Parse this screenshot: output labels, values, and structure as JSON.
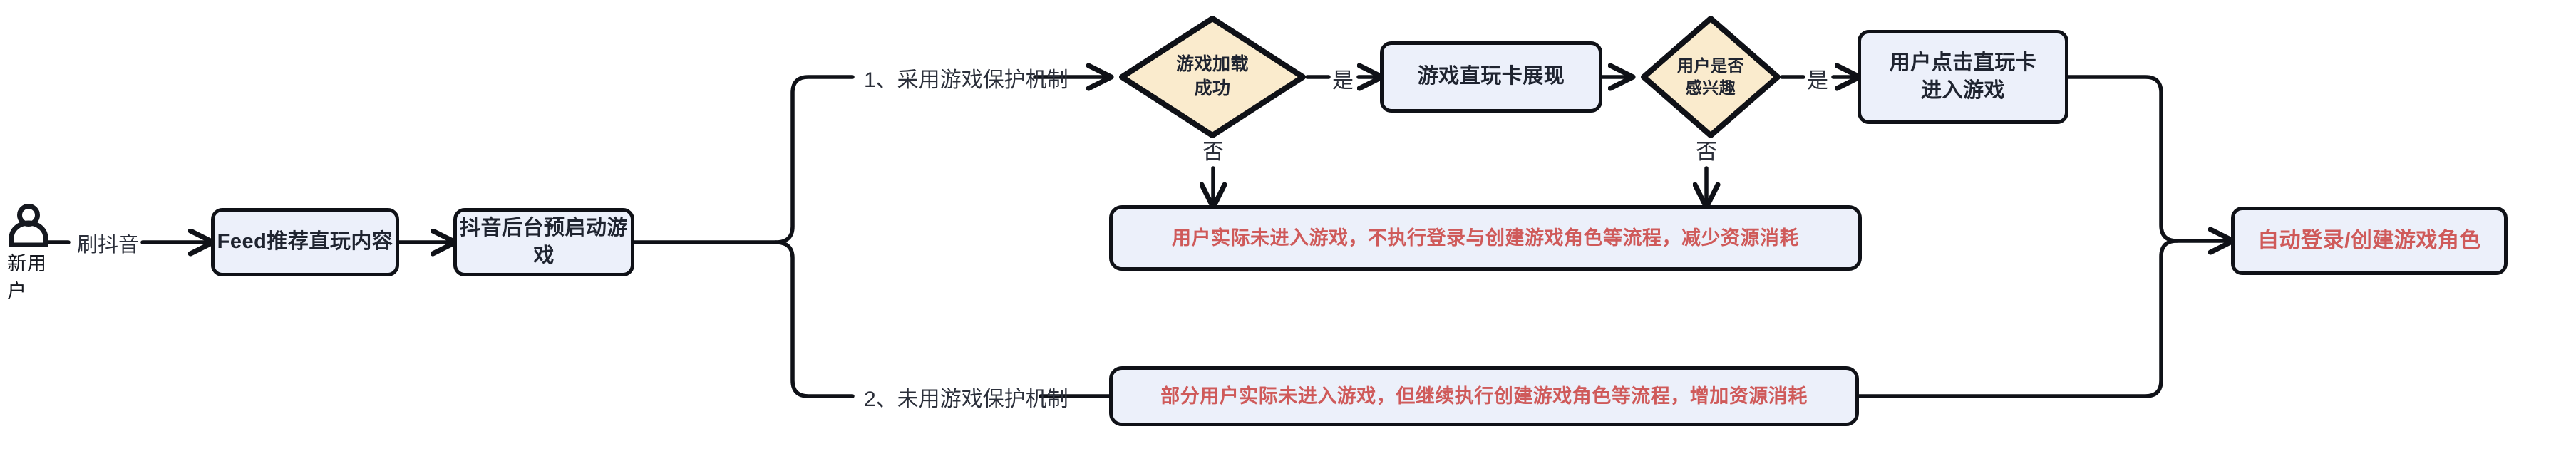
{
  "diagram": {
    "title": "抖音直玩卡游戏保护机制流程图",
    "type": "flowchart",
    "colors": {
      "stroke": "#0f1117",
      "box_fill": "#ecf0fa",
      "decision_fill": "#faebcd",
      "text": "#1f2430",
      "red_text": "#cf5a5a",
      "background": "#ffffff"
    }
  },
  "actor": {
    "icon": "person-icon",
    "caption": "新用户"
  },
  "nodes": {
    "feed": {
      "label": "Feed推荐直玩内容",
      "shape": "rounded-rect"
    },
    "preload": {
      "label": "抖音后台预启动游戏",
      "shape": "rounded-rect"
    },
    "load_decision": {
      "line1": "游戏加载",
      "line2": "成功",
      "shape": "diamond"
    },
    "card_show": {
      "label": "游戏直玩卡展现",
      "shape": "rounded-rect"
    },
    "interest_decision": {
      "line1": "用户是否",
      "line2": "感兴趣",
      "shape": "diamond"
    },
    "click_card": {
      "line1": "用户点击直玩卡",
      "line2": "进入游戏",
      "shape": "rounded-rect"
    },
    "note_protected": {
      "label": "用户实际未进入游戏，不执行登录与创建游戏角色等流程，减少资源消耗",
      "shape": "rounded-rect",
      "text_color": "red"
    },
    "note_unprotected": {
      "label": "部分用户实际未进入游戏，但继续执行创建游戏角色等流程，增加资源消耗",
      "shape": "rounded-rect",
      "text_color": "red"
    },
    "auto_login": {
      "label": "自动登录/创建游戏角色",
      "shape": "rounded-rect",
      "text_color": "red"
    }
  },
  "edge_labels": {
    "swipe": "刷抖音",
    "branch_1": "1、采用游戏保护机制",
    "branch_2": "2、未用游戏保护机制",
    "yes_load": "是",
    "no_load": "否",
    "yes_interest": "是",
    "no_interest": "否"
  }
}
